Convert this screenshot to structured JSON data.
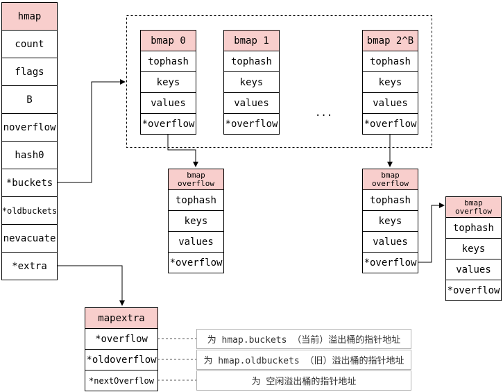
{
  "hmap": {
    "title": "hmap",
    "fields": [
      "count",
      "flags",
      "B",
      "noverflow",
      "hash0",
      "*buckets",
      "*oldbuckets",
      "nevacuate",
      "*extra"
    ]
  },
  "buckets": [
    {
      "title": "bmap 0",
      "fields": [
        "tophash",
        "keys",
        "values",
        "*overflow"
      ]
    },
    {
      "title": "bmap 1",
      "fields": [
        "tophash",
        "keys",
        "values",
        "*overflow"
      ]
    },
    {
      "title": "bmap 2^B",
      "fields": [
        "tophash",
        "keys",
        "values",
        "*overflow"
      ]
    }
  ],
  "ellipsis": "...",
  "overflow_buckets": [
    {
      "title_line1": "bmap",
      "title_line2": "overflow",
      "fields": [
        "tophash",
        "keys",
        "values",
        "*overflow"
      ]
    },
    {
      "title_line1": "bmap",
      "title_line2": "overflow",
      "fields": [
        "tophash",
        "keys",
        "values",
        "*overflow"
      ]
    },
    {
      "title_line1": "bmap",
      "title_line2": "overflow",
      "fields": [
        "tophash",
        "keys",
        "values",
        "*overflow"
      ]
    }
  ],
  "mapextra": {
    "title": "mapextra",
    "fields": [
      "*overflow",
      "*oldoverflow",
      "*nextOverflow"
    ]
  },
  "notes": [
    "为 hmap.buckets （当前）溢出桶的指针地址",
    "为 hmap.oldbuckets （旧）溢出桶的指针地址",
    "为 空闲溢出桶的指针地址"
  ],
  "colors": {
    "header": "#f8cecc",
    "line": "#000000",
    "note_border": "#b3b3b3"
  }
}
